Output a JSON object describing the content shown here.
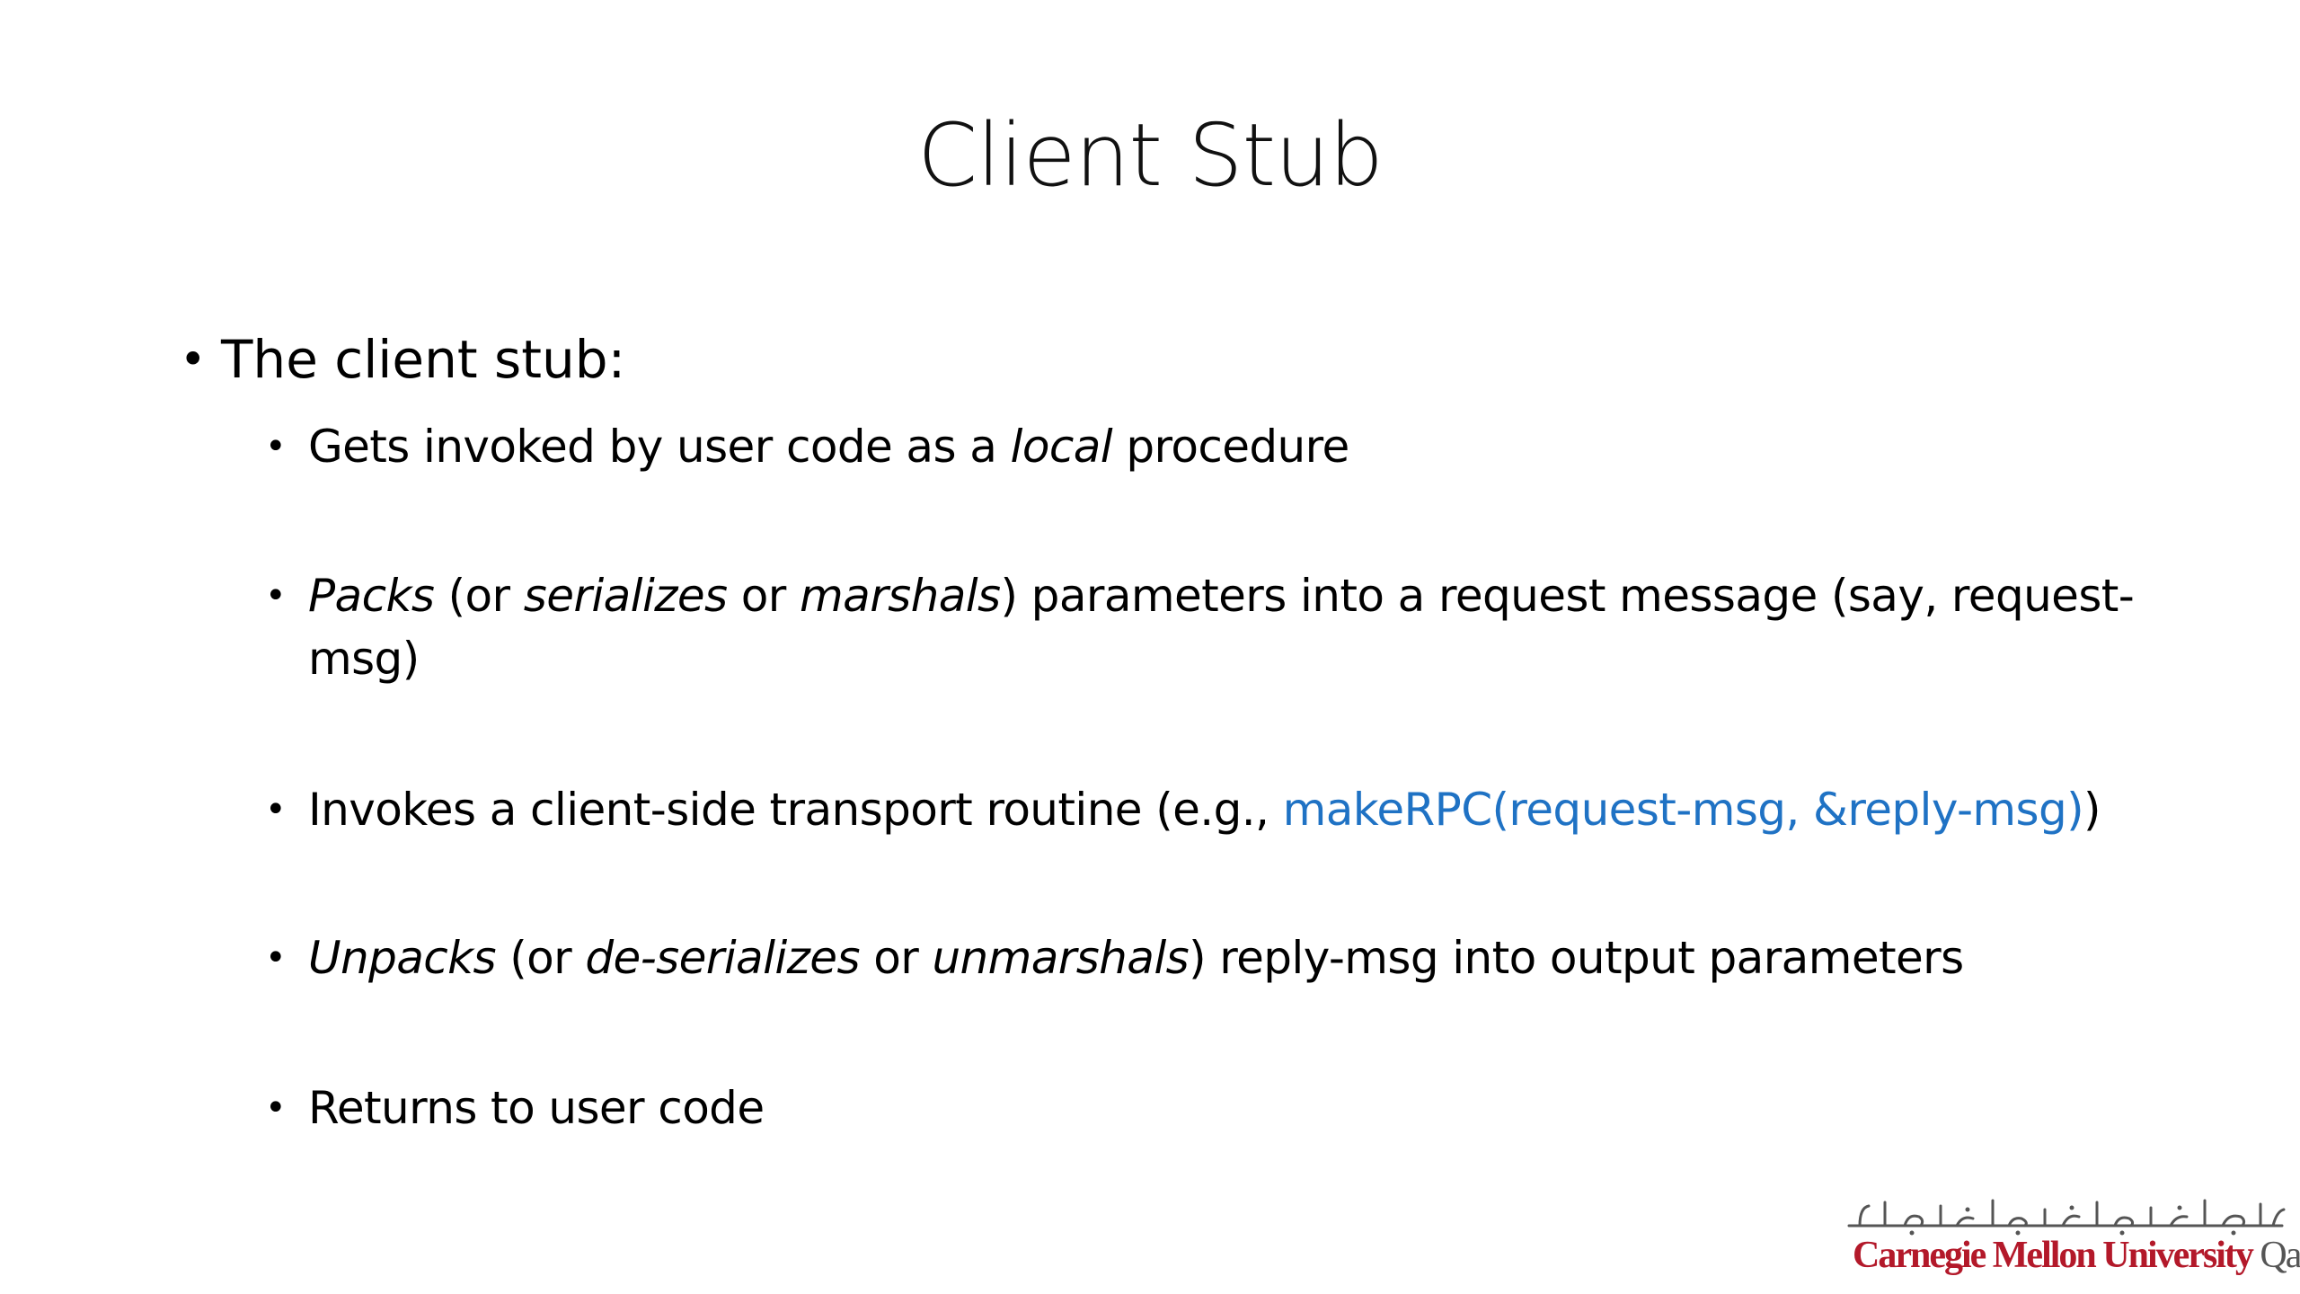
{
  "slide": {
    "title": "Client Stub",
    "main_bullet": "The client stub:",
    "bullet_symbol": "•",
    "sub_bullets": [
      {
        "p1": "Gets invoked by user code as a ",
        "p2_italic": "local",
        "p3": " procedure"
      },
      {
        "p1_italic": "Packs",
        "p2": " (or ",
        "p3_italic": "serializes",
        "p4": " or ",
        "p5_italic": "marshals",
        "p6": ") parameters into a request message (say, request-msg)"
      },
      {
        "p1": "Invokes a client-side transport routine (e.g., ",
        "p2_code": "makeRPC(request-msg, &reply-msg)",
        "p3": ")"
      },
      {
        "p1_italic": "Unpacks",
        "p2": " (or ",
        "p3_italic": "de-serializes",
        "p4": " or ",
        "p5_italic": "unmarshals",
        "p6": ") reply-msg into output parameters"
      },
      {
        "p1": "Returns to user code"
      }
    ]
  },
  "logo": {
    "name_main": "Carnegie Mellon University",
    "name_suffix": "Qatar",
    "arabic": "جامعة كارنيجي ميلون في قطر"
  },
  "colors": {
    "code": "#1f72c4",
    "logo_red": "#b3192a",
    "logo_gray": "#555555"
  }
}
